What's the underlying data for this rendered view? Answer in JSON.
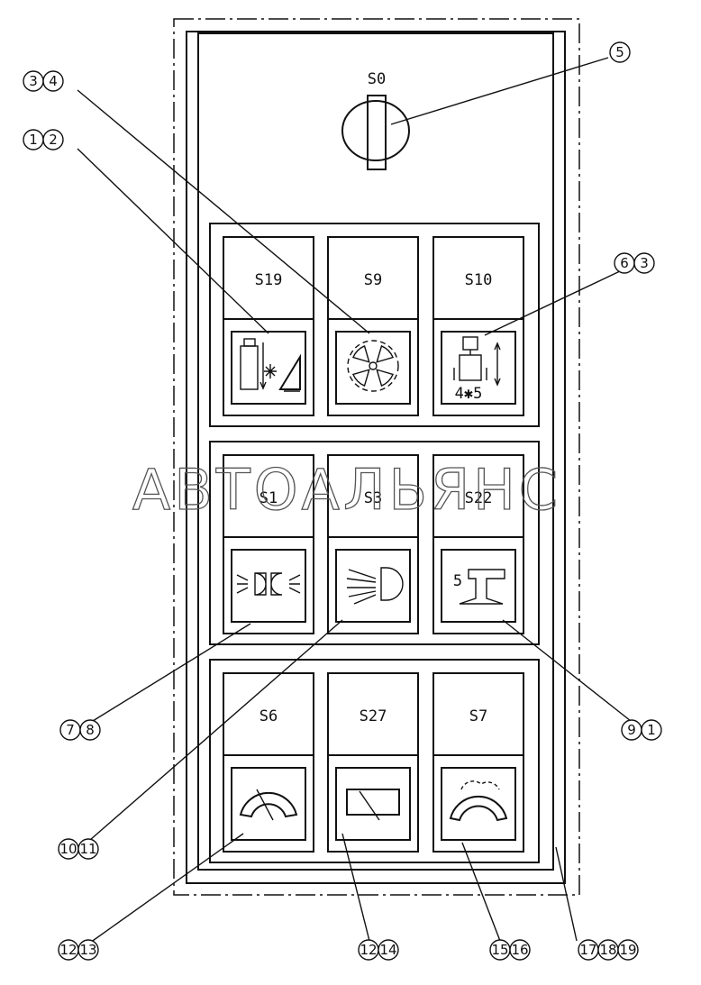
{
  "watermark": "АВТОАЛЬЯНС",
  "selector": {
    "label": "S0"
  },
  "switches": [
    {
      "id": "S19",
      "label": "S19",
      "symbol": "height-adjust"
    },
    {
      "id": "S9",
      "label": "S9",
      "symbol": "fan"
    },
    {
      "id": "S10",
      "label": "S10",
      "symbol": "lift-4x5",
      "symbol_text": "4✱5"
    },
    {
      "id": "S1",
      "label": "S1",
      "symbol": "parking-lights"
    },
    {
      "id": "S3",
      "label": "S3",
      "symbol": "headlight"
    },
    {
      "id": "S22",
      "label": "S22",
      "symbol": "rail-5",
      "symbol_text": "5"
    },
    {
      "id": "S6",
      "label": "S6",
      "symbol": "gauge"
    },
    {
      "id": "S27",
      "label": "S27",
      "symbol": "slash-rectangle"
    },
    {
      "id": "S7",
      "label": "S7",
      "symbol": "gauge-dashed"
    }
  ],
  "callouts": [
    {
      "id": "c34",
      "numbers": [
        "3",
        "4"
      ]
    },
    {
      "id": "c12",
      "numbers": [
        "1",
        "2"
      ]
    },
    {
      "id": "c5",
      "numbers": [
        "5"
      ]
    },
    {
      "id": "c63",
      "numbers": [
        "6",
        "3"
      ]
    },
    {
      "id": "c78",
      "numbers": [
        "7",
        "8"
      ]
    },
    {
      "id": "c91",
      "numbers": [
        "9",
        "1"
      ]
    },
    {
      "id": "c1011",
      "numbers": [
        "10",
        "11"
      ]
    },
    {
      "id": "c1213",
      "numbers": [
        "12",
        "13"
      ]
    },
    {
      "id": "c1214",
      "numbers": [
        "12",
        "14"
      ]
    },
    {
      "id": "c1516",
      "numbers": [
        "15",
        "16"
      ]
    },
    {
      "id": "c171819",
      "numbers": [
        "17",
        "18",
        "19"
      ]
    }
  ]
}
